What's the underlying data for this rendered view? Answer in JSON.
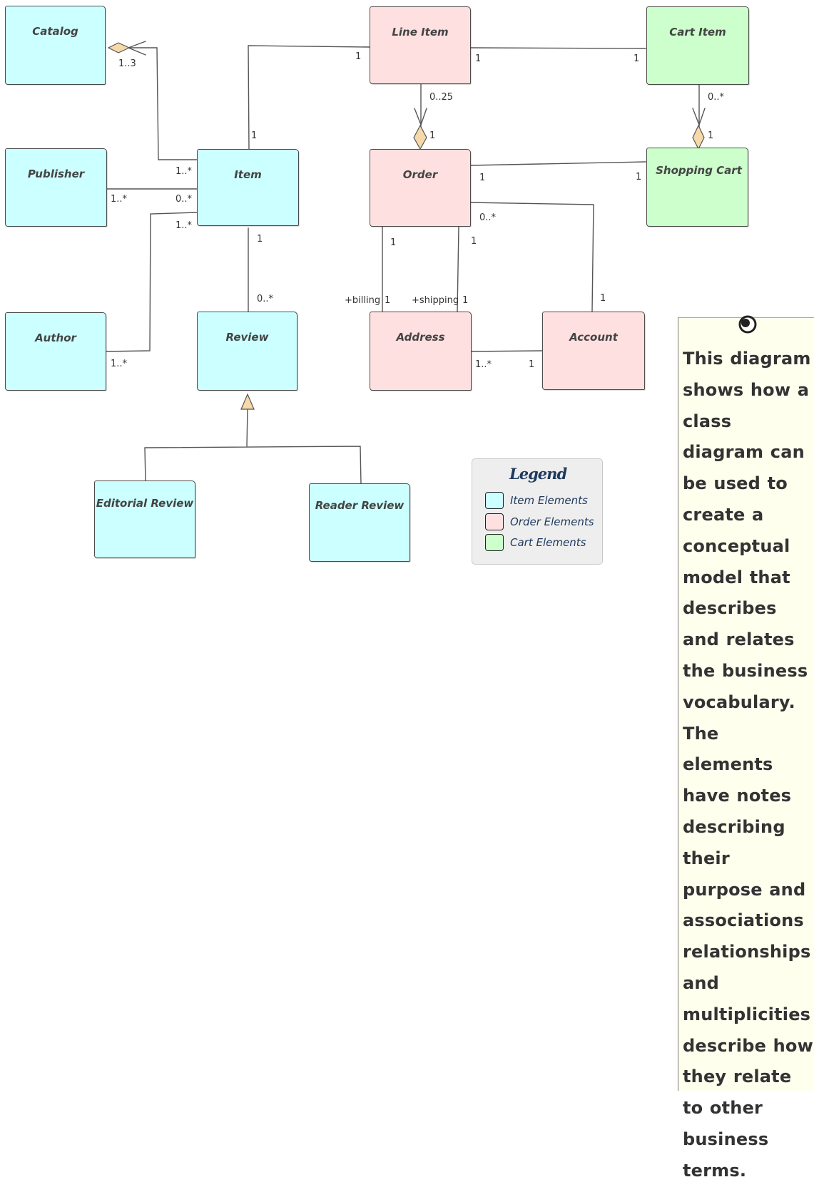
{
  "colors": {
    "item_elements": "#ccffff",
    "order_elements": "#ffe0e0",
    "cart_elements": "#ccffcc",
    "note_background": "#ffffee",
    "legend_background": "#eeeeee",
    "aggregation_diamond": "#f5d9a8"
  },
  "classes": {
    "catalog": "Catalog",
    "publisher": "Publisher",
    "author": "Author",
    "item": "Item",
    "review": "Review",
    "editorial_review": "Editorial Review",
    "reader_review": "Reader Review",
    "line_item": "Line Item",
    "order": "Order",
    "address": "Address",
    "account": "Account",
    "cart_item": "Cart Item",
    "shopping_cart": "Shopping Cart"
  },
  "multiplicities": {
    "catalog_item_catalog_end": "1..3",
    "catalog_item_item_end": "1..*",
    "publisher_item_publisher_end": "1..*",
    "publisher_item_item_end": "0..*",
    "author_item_item_end": "1..*",
    "author_item_author_end": "1..*",
    "item_lineitem_item_end": "1",
    "item_lineitem_lineitem_end": "1",
    "item_review_item_end": "1",
    "item_review_review_end": "0..*",
    "lineitem_cartitem_lineitem_end": "1",
    "lineitem_cartitem_cartitem_end": "1",
    "lineitem_order_lineitem_end": "0..25",
    "lineitem_order_order_end": "1",
    "cartitem_cart_cartitem_end": "0..*",
    "cartitem_cart_cart_end": "1",
    "order_cart_order_end": "1",
    "order_cart_cart_end": "1",
    "order_billing_order_end": "1",
    "order_billing_address_end": "1",
    "order_shipping_order_end": "1",
    "order_shipping_address_end": "1",
    "order_account_order_end": "0..*",
    "order_account_account_end": "1",
    "address_account_address_end": "1..*",
    "address_account_account_end": "1"
  },
  "roles": {
    "billing": "+billing",
    "shipping": "+shipping"
  },
  "legend": {
    "title": "Legend",
    "entries": [
      {
        "label": "Item Elements"
      },
      {
        "label": "Order Elements"
      },
      {
        "label": "Cart Elements"
      }
    ]
  },
  "note": {
    "icon": "pin-icon",
    "text": "This diagram shows how a class diagram can be used to create a conceptual model that describes and relates the business vocabulary. The elements have notes describing their purpose and associations relationships and multiplicities describe how they relate to other business terms."
  }
}
